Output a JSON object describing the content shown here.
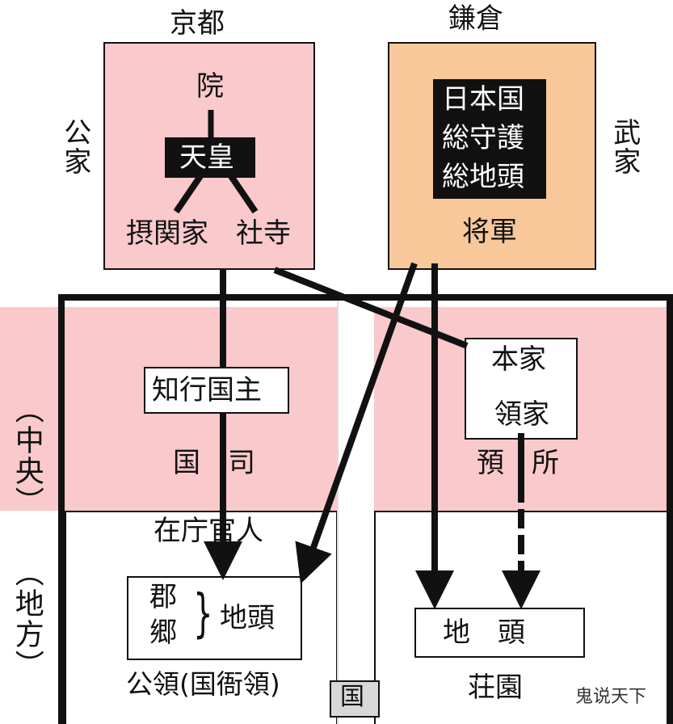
{
  "top_labels": {
    "kyoto": "京都",
    "kamakura": "鎌倉"
  },
  "side_labels": {
    "kuge": "公家",
    "buke": "武家",
    "chuo": "（中央）",
    "chiho": "（地方）"
  },
  "kyoto_box": {
    "in": "院",
    "tenno": "天皇",
    "sekkanke": "摂関家",
    "shaji": "社寺",
    "color": "#f9c9cc"
  },
  "kamakura_box": {
    "title_lines": [
      "日本国",
      "総守護",
      "総地頭"
    ],
    "shogun": "将軍",
    "color": "#f8c89a"
  },
  "kokushi_side": {
    "chigyo_kokushu": "知行国主",
    "kokushi": "国　司",
    "zaicho_kanjin": "在庁官人",
    "gun": "郡",
    "go": "郷",
    "brace": "}",
    "jito": "地頭",
    "koryo": "公領(国衙領)"
  },
  "shoen_side": {
    "honke": "本家",
    "ryoke": "領家",
    "azukaridokoro": "預　所",
    "jito": "地　頭",
    "shoen": "荘園"
  },
  "kuni_tag": "国",
  "watermark": "鬼说天下"
}
